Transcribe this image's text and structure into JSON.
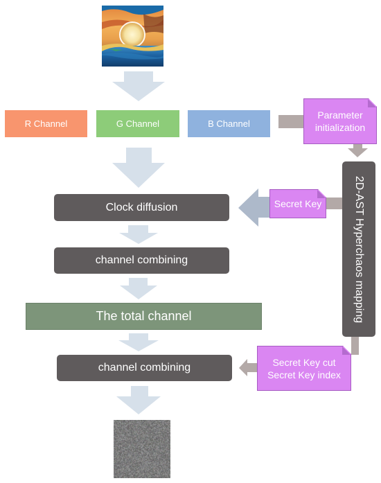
{
  "input_image": {
    "alt": "input photo"
  },
  "channels": {
    "r_label": "R Channel",
    "g_label": "G Channel",
    "b_label": "B Channel"
  },
  "process": {
    "clock_diffusion": "Clock diffusion",
    "channel_combining_1": "channel combining",
    "total_channel": "The total channel",
    "channel_combining_2": "channel combining"
  },
  "keys": {
    "parameter_line1": "Parameter",
    "parameter_line2": "initialization",
    "secret_key": "Secret Key",
    "secret_key_cut": "Secret Key cut",
    "secret_key_index": "Secret Key index"
  },
  "hyperchaos": {
    "label": "2D-AST Hyperchaos mapping"
  },
  "colors": {
    "r_channel": "#f8956e",
    "g_channel": "#8dcc79",
    "b_channel": "#8fb2de",
    "process_box": "#5f5b5c",
    "total_channel": "#7d957a",
    "key_box": "#da86f2",
    "down_arrow": "#d6e0ea",
    "side_arrow": "#b3a9a7",
    "secret_arrow": "#adb9ca"
  }
}
